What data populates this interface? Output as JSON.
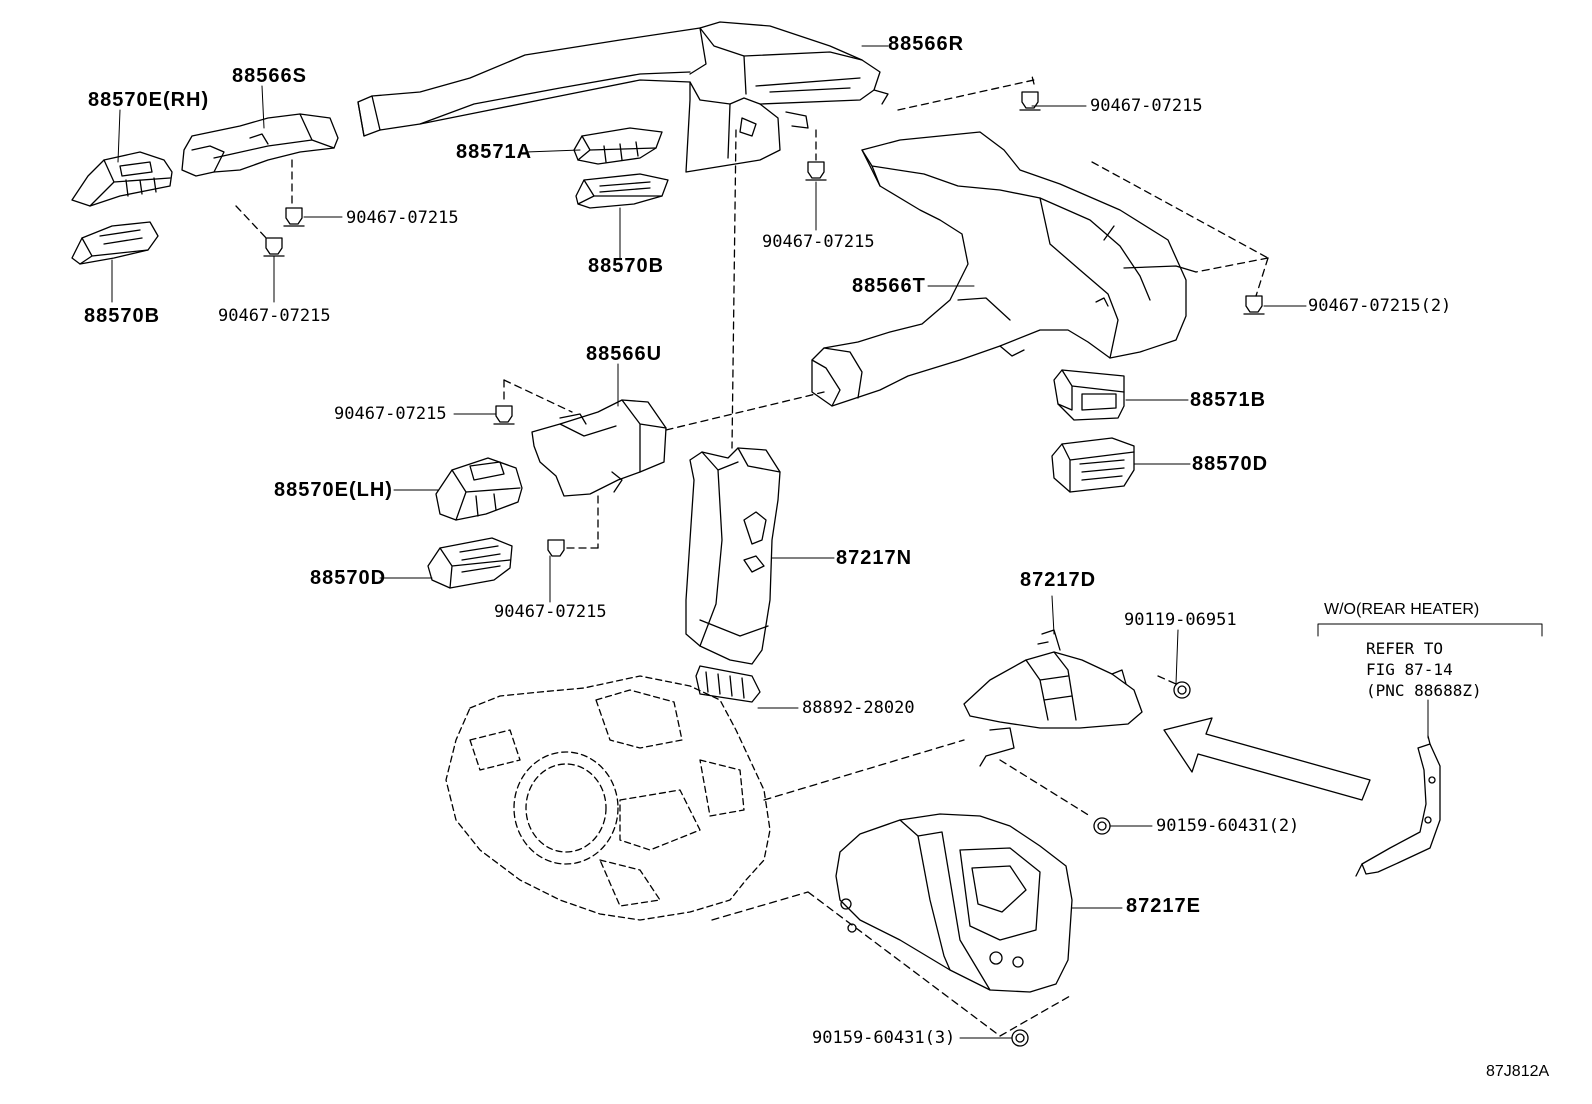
{
  "parts": {
    "p88570E_RH": "88570E(RH)",
    "p88566S": "88566S",
    "p88570B_left": "88570B",
    "p90467_a": "90467-07215",
    "p90467_b": "90467-07215",
    "p88566R": "88566R",
    "p90467_c": "90467-07215",
    "p88571A": "88571A",
    "p88570B_mid": "88570B",
    "p90467_d": "90467-07215",
    "p88566T": "88566T",
    "p90467_e": "90467-07215(2)",
    "p88566U": "88566U",
    "p90467_f": "90467-07215",
    "p88570E_LH": "88570E(LH)",
    "p88570D_left": "88570D",
    "p90467_g": "90467-07215",
    "p88571B": "88571B",
    "p88570D_right": "88570D",
    "p87217N": "87217N",
    "p87217D": "87217D",
    "p90119": "90119-06951",
    "p88892": "88892-28020",
    "p90159_a": "90159-60431(2)",
    "p87217E": "87217E",
    "p90159_b": "90159-60431(3)"
  },
  "note": {
    "heading": "W/O(REAR HEATER)",
    "line1": "REFER TO",
    "line2": "FIG 87-14",
    "line3": "(PNC 88688Z)"
  },
  "figure_code": "87J812A"
}
